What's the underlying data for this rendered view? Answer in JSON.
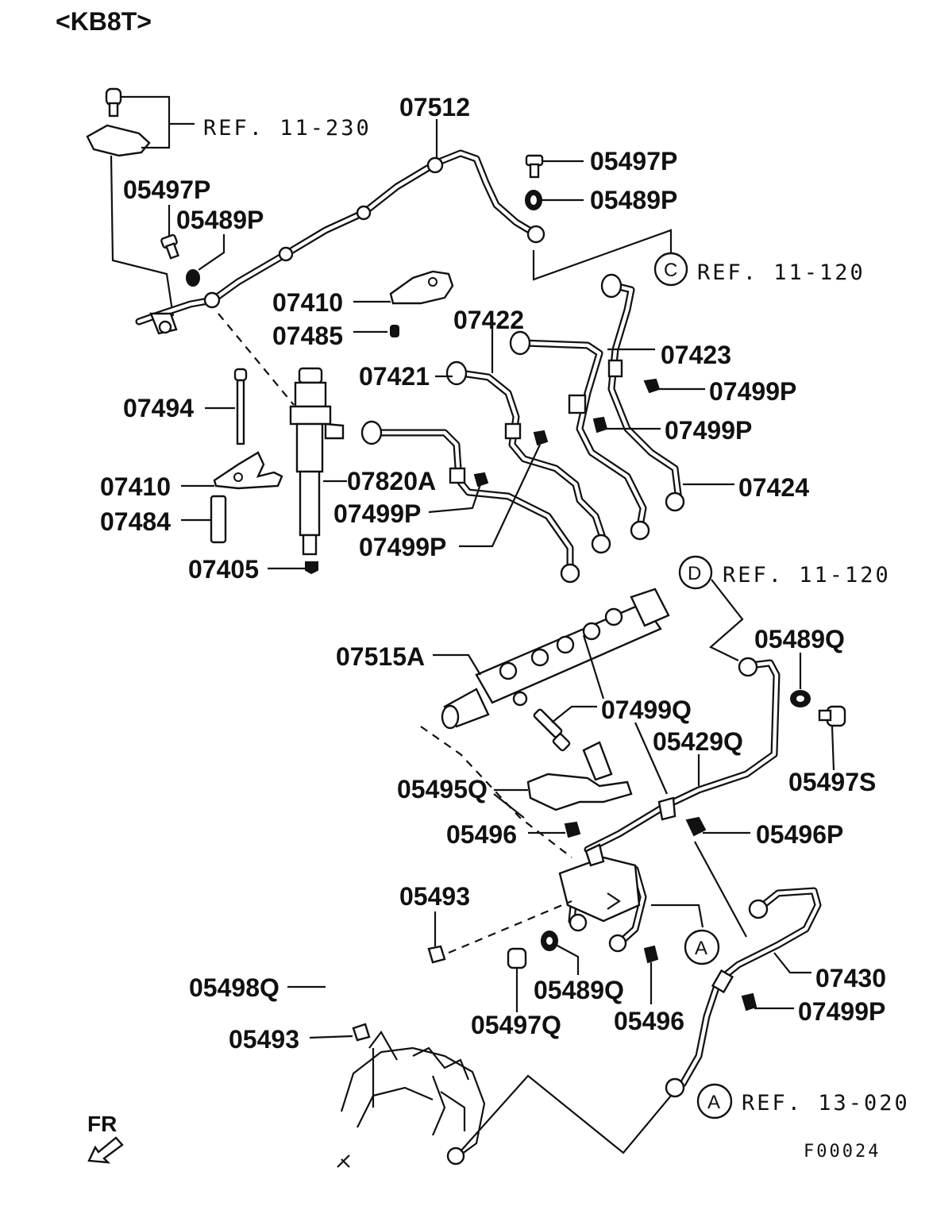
{
  "header": "<KB8T>",
  "figure_code": "F00024",
  "direction_label": "FR",
  "refs": [
    {
      "id": "ref-11-230",
      "text": "REF. 11-230"
    },
    {
      "id": "ref-c",
      "circle": "C",
      "text": "REF. 11-120"
    },
    {
      "id": "ref-d",
      "circle": "D",
      "text": "REF. 11-120"
    },
    {
      "id": "ref-a",
      "circle": "A",
      "text": "REF. 13-020"
    }
  ],
  "callout_a": "A",
  "labels": {
    "p07512": "07512",
    "p05497P_top": "05497P",
    "p05489P_top": "05489P",
    "p05497P_left": "05497P",
    "p05489P_left": "05489P",
    "p07410_top": "07410",
    "p07485": "07485",
    "p07422": "07422",
    "p07423": "07423",
    "p07421": "07421",
    "p07499P_1": "07499P",
    "p07499P_2": "07499P",
    "p07494": "07494",
    "p07410_bottom": "07410",
    "p07820A": "07820A",
    "p07424": "07424",
    "p07499P_3": "07499P",
    "p07484": "07484",
    "p07499P_4": "07499P",
    "p07405": "07405",
    "p07515A": "07515A",
    "p05489Q_right": "05489Q",
    "p07499Q": "07499Q",
    "p05429Q": "05429Q",
    "p05497S": "05497S",
    "p05495Q": "05495Q",
    "p05496_mid": "05496",
    "p05496P": "05496P",
    "p05493_top": "05493",
    "p07430": "07430",
    "p05498Q": "05498Q",
    "p05489Q_bottom": "05489Q",
    "p07499P_5": "07499P",
    "p05496_bottom": "05496",
    "p05493_bottom": "05493",
    "p05497Q": "05497Q"
  }
}
